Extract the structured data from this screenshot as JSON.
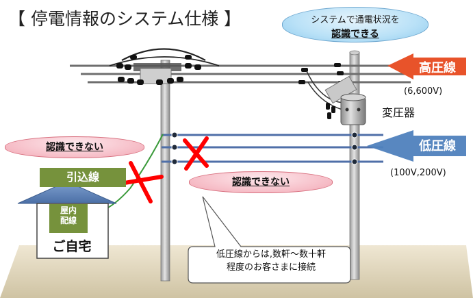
{
  "title": "【 停電情報のシステム仕様 】",
  "system_note": {
    "line1": "システムで通電状況を",
    "line2": "認識できる"
  },
  "high_voltage": {
    "label": "高圧線",
    "value": "(6,600V)"
  },
  "transformer": "変圧器",
  "low_voltage": {
    "label": "低圧線",
    "value": "(100V,200V)"
  },
  "not_recognized_left": "認識できない",
  "not_recognized_center": "認識できない",
  "service_line": "引込線",
  "indoor_wiring": {
    "line1": "屋内",
    "line2": "配線"
  },
  "home": "ご自宅",
  "callout": {
    "line1": "低圧線からは,数軒～数十軒",
    "line2": "程度のお客さまに接続"
  },
  "colors": {
    "high_voltage_arrow": "#e8532a",
    "low_voltage_arrow": "#4f81bd",
    "not_recognized_fill": "#f6bcc6",
    "recognized_fill": "#b9e1f7",
    "service_line_fill": "#76923c",
    "house_roof": "#5b7fb5",
    "house_wall": "#76923c",
    "cross_mark": "#ff0000",
    "ground": "#ddd2b8"
  }
}
